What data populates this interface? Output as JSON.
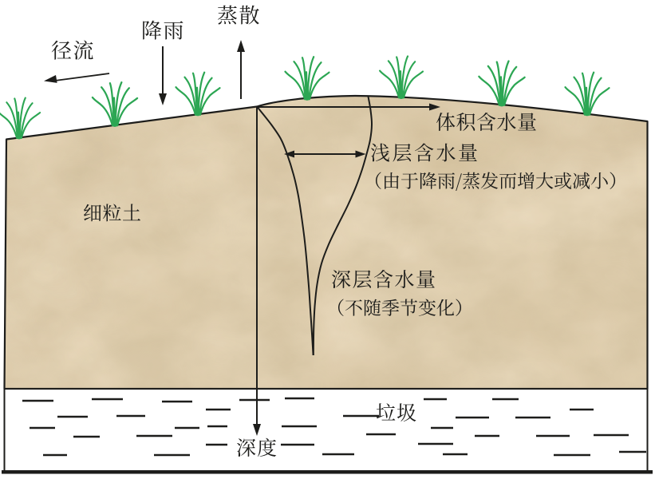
{
  "figure": {
    "type": "soil-water-content-cross-section",
    "background": "#ffffff"
  },
  "labels": {
    "evapotranspiration": "蒸散",
    "rainfall": "降雨",
    "runoff": "径流",
    "volumetric_water_content": "体积含水量",
    "shallow_water_content": "浅层含水量",
    "shallow_water_note": "（由于降雨/蒸发而增大或减小）",
    "deep_water_content": "深层含水量",
    "deep_water_note": "（不随季节变化）",
    "fine_grained_soil": "细粒土",
    "waste": "垃圾",
    "depth": "深度"
  },
  "colors": {
    "background": "#ffffff",
    "soil_fill": "#e6d5b6",
    "soil_mottle_dark": "#cdb790",
    "soil_mottle_light": "#f0e4cb",
    "grass": "#2ca653",
    "line": "#1d1d1b",
    "text": "#1d1d1b"
  }
}
